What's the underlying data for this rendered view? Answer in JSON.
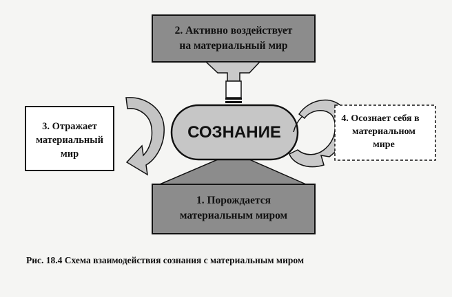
{
  "diagram": {
    "center": {
      "label": "СОЗНАНИЕ"
    },
    "box_top": {
      "line1": "2. Активно воздействует",
      "line2": "на материальный мир"
    },
    "box_bottom": {
      "line1": "1. Порождается",
      "line2": "материальным миром"
    },
    "box_left": {
      "line1": "3. Отражает",
      "line2": "материальный",
      "line3": "мир"
    },
    "box_right": {
      "line1": "4. Осознает себя в",
      "line2": "материальном",
      "line3": "мире"
    }
  },
  "caption": "Рис. 18.4 Схема взаимодействия сознания с материальным миром",
  "colors": {
    "box_fill": "#8c8c8c",
    "center_fill": "#c6c6c6",
    "arrow_fill": "#c9c9c9",
    "outline": "#111111"
  }
}
